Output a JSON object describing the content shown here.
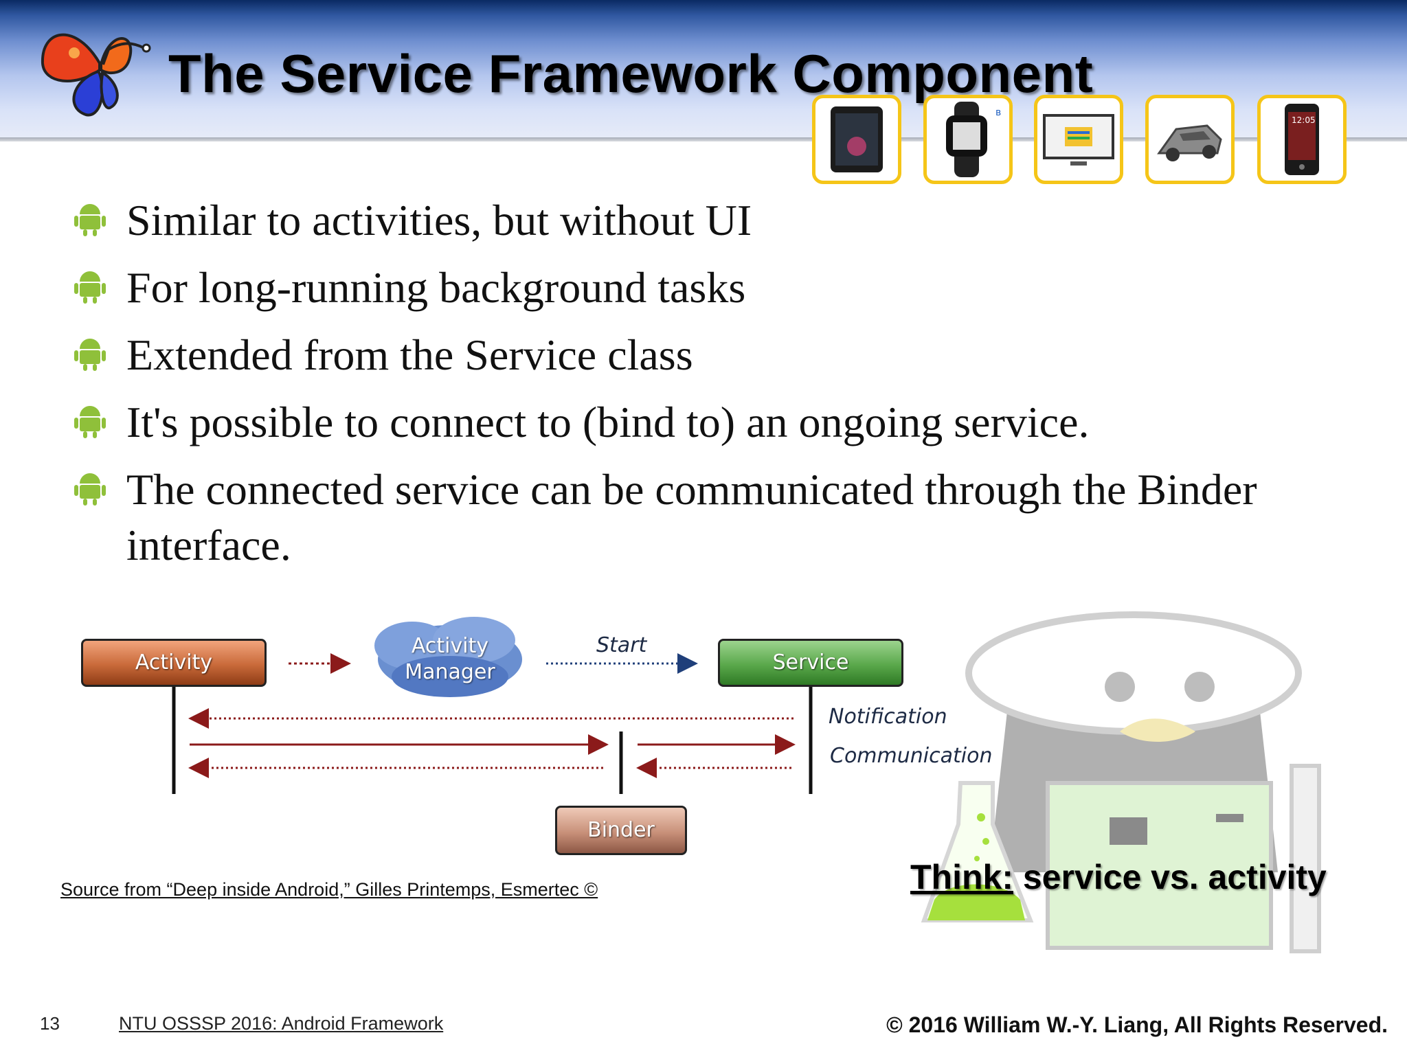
{
  "slide": {
    "title": "The Service Framework Component",
    "bullets": [
      "Similar to activities, but without UI",
      "For long-running background tasks",
      "Extended from the Service class",
      "It's possible to connect to (bind to) an ongoing service.",
      "The connected service can be communicated through  the Binder interface."
    ],
    "devices": [
      "tablet-icon",
      "smartwatch-icon",
      "tv-icon",
      "car-icon",
      "phone-icon"
    ]
  },
  "diagram": {
    "activity": "Activity",
    "activity_manager": [
      "Activity",
      "Manager"
    ],
    "start": "Start",
    "service": "Service",
    "notification": "Notification",
    "communication": "Communication",
    "binder": "Binder"
  },
  "source": "Source from “Deep inside Android,” Gilles Printemps, Esmertec ©",
  "think": {
    "prefix": "Think:",
    "rest": " service vs. activity"
  },
  "footer": {
    "page_number": "13",
    "course": "NTU OSSSP 2016: Android Framework",
    "copyright": "©  2016  William W.-Y. Liang, All Rights Reserved."
  },
  "colors": {
    "activity": "#c96a3a",
    "service": "#5aa84b",
    "binder": "#c89079",
    "arrow_red": "#8b1a1a",
    "arrow_blue": "#1f3f7a",
    "device_border": "#f5c518",
    "android_green": "#8fc03a"
  }
}
